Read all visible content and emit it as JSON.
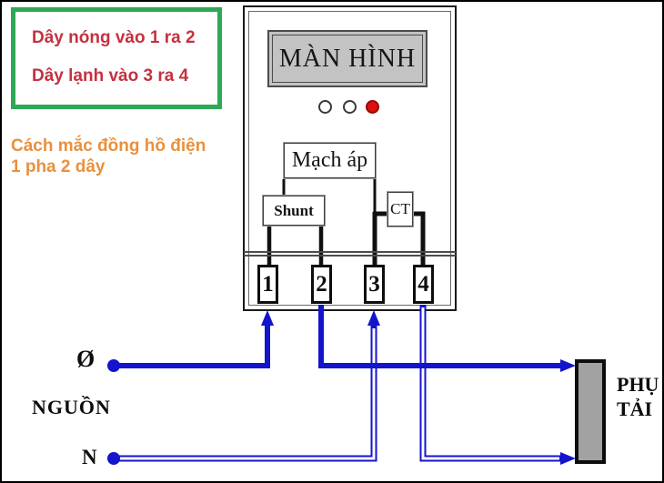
{
  "colors": {
    "wire_blue": "#1414cc",
    "green_border": "#2ea857",
    "red_text": "#c4313f",
    "orange_text": "#e8913d",
    "led_red": "#dd1010",
    "screen_gray": "#c3c3c3",
    "load_gray": "#a2a2a2"
  },
  "info_box": {
    "line1": "Dây nóng vào 1 ra 2",
    "line2": "Dây lạnh vào 3 ra 4"
  },
  "caption": {
    "line1": "Cách mắc đồng hồ điện",
    "line2": "1 pha 2 dây"
  },
  "meter": {
    "display_label": "MÀN HÌNH",
    "voltage_circuit_label": "Mạch áp",
    "shunt_label": "Shunt",
    "ct_label": "CT",
    "terminals": [
      "1",
      "2",
      "3",
      "4"
    ],
    "leds": [
      "off",
      "off",
      "on"
    ]
  },
  "source": {
    "phase_label": "Ø",
    "source_label": "NGUỒN",
    "neutral_label": "N"
  },
  "load": {
    "line1": "PHỤ",
    "line2": "TẢI"
  }
}
